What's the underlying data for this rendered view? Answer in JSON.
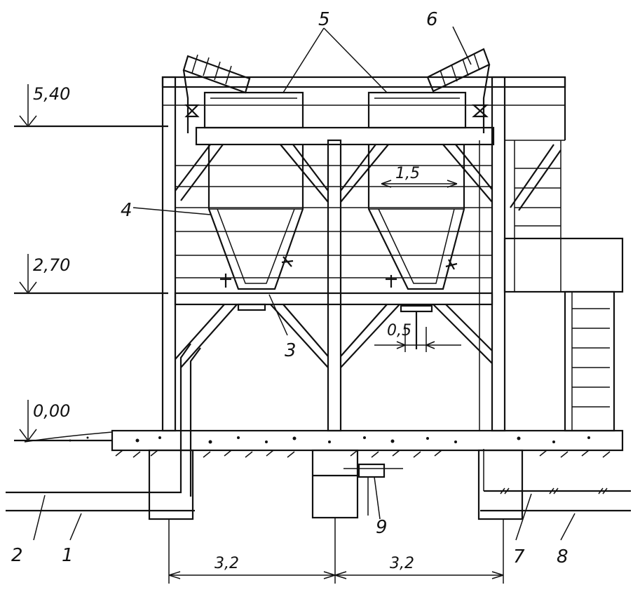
{
  "levels": [
    {
      "text": "5,40"
    },
    {
      "text": "2,70"
    },
    {
      "text": "0,00"
    }
  ],
  "callouts": {
    "c1": "1",
    "c2": "2",
    "c3": "3",
    "c4": "4",
    "c5": "5",
    "c6": "6",
    "c7": "7",
    "c8": "8",
    "c9": "9"
  },
  "dimensions": {
    "hopper_width": "1,5",
    "outlet_offset": "0,5",
    "left_span": "3,2",
    "right_span": "3,2"
  }
}
